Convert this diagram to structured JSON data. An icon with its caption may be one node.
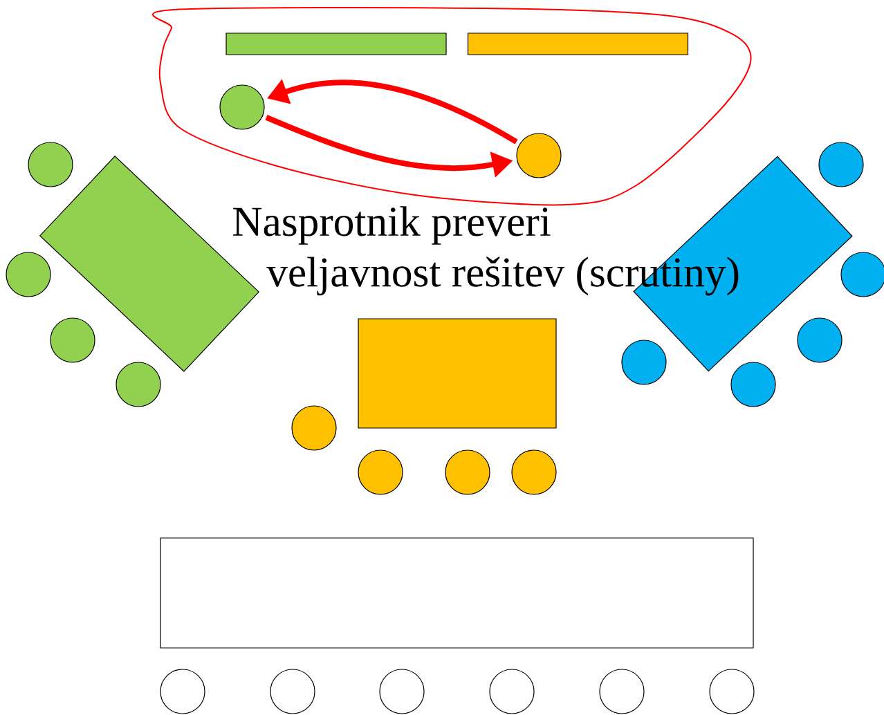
{
  "diagram": {
    "nodes": [
      {
        "text": [],
        "shape": "cloud"
      },
      {
        "text": [],
        "shape": "bar",
        "in": 0
      },
      {
        "text": [],
        "shape": "bar",
        "in": 0
      },
      {
        "text": [],
        "shape": "circle",
        "in": 0
      },
      {
        "text": [],
        "shape": "circle",
        "in": 0
      },
      {
        "text": [],
        "shape": "box"
      },
      {
        "text": [],
        "shape": "circle"
      },
      {
        "text": [],
        "shape": "circle"
      },
      {
        "text": [],
        "shape": "box"
      },
      {
        "text": [],
        "shape": "circle"
      },
      {
        "text": [],
        "shape": "circle"
      },
      {
        "text": [],
        "shape": "circle"
      },
      {
        "text": [],
        "shape": "circle"
      },
      {
        "text": [],
        "shape": "circle"
      },
      {
        "text": [],
        "shape": "circle"
      },
      {
        "text": [],
        "shape": "circle"
      },
      {
        "text": [],
        "shape": "box"
      },
      {
        "text": [],
        "shape": "circle"
      },
      {
        "text": [],
        "shape": "circle"
      },
      {
        "text": [],
        "shape": "circle"
      },
      {
        "text": [],
        "shape": "circle"
      },
      {
        "text": [],
        "shape": "box"
      },
      {
        "text": [],
        "shape": "circle"
      },
      {
        "text": [],
        "shape": "circle"
      },
      {
        "text": [],
        "shape": "circle"
      },
      {
        "text": [],
        "shape": "circle"
      },
      {
        "text": [],
        "shape": "circle"
      },
      {
        "text": [],
        "shape": "circle"
      }
    ],
    "edges": [
      {
        "from": 4,
        "to": 3,
        "arrow": "to"
      },
      {
        "from": 3,
        "to": 4,
        "arrow": "to"
      }
    ],
    "labels": [
      "Nasprotnik preveri veljavnost rešitev (scrutiny)"
    ]
  }
}
